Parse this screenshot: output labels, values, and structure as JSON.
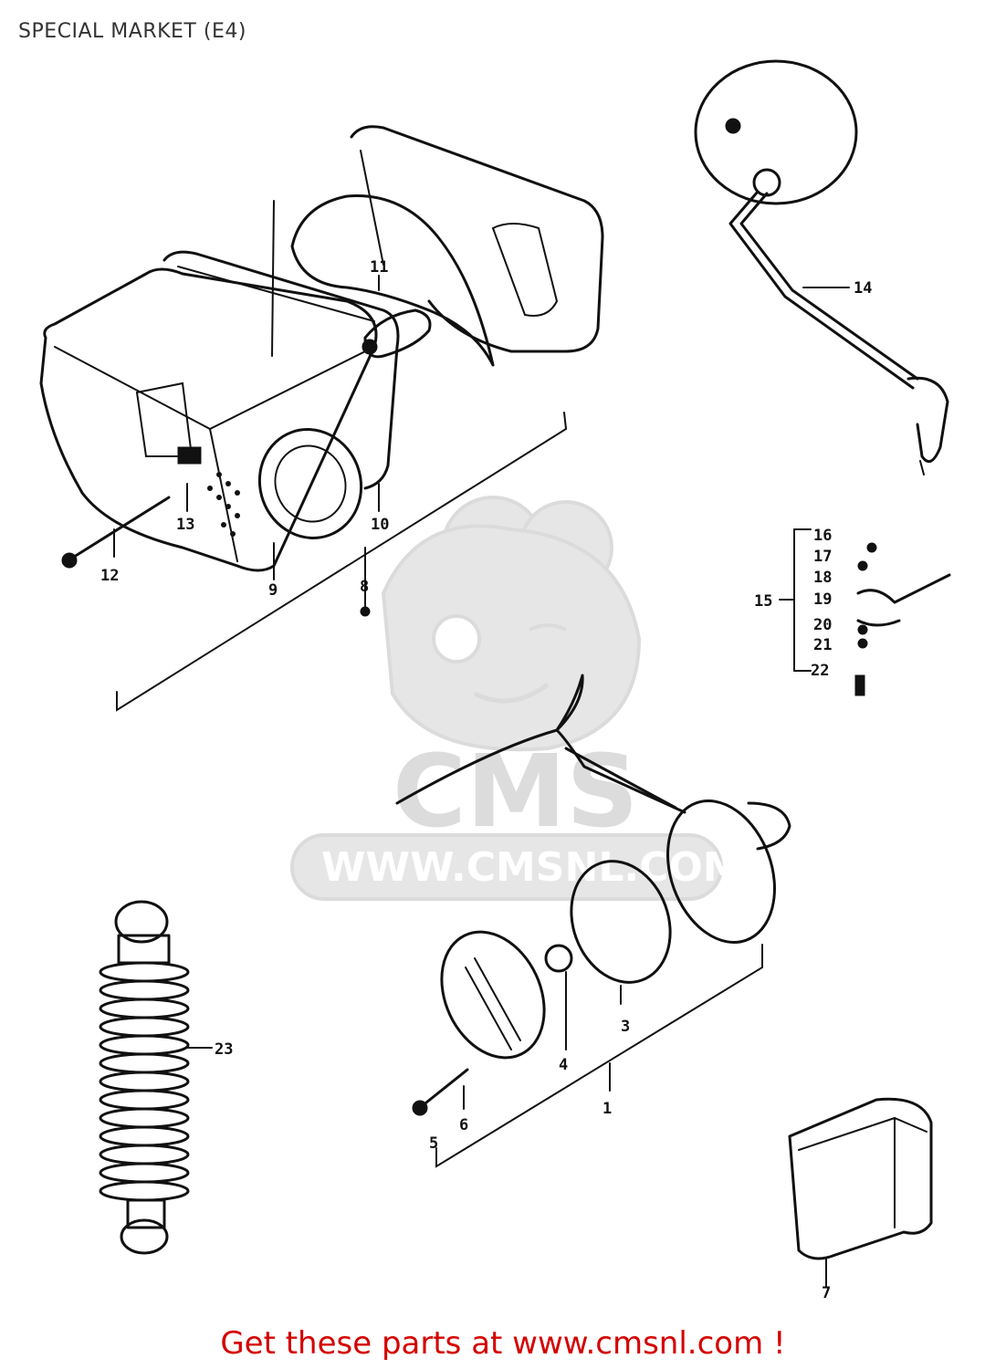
{
  "header": {
    "title": "SPECIAL MARKET (E4)"
  },
  "watermark": {
    "brand": "CMS",
    "url": "WWW.CMSNL.COM"
  },
  "callouts": [
    "1",
    "3",
    "4",
    "5",
    "6",
    "7",
    "8",
    "9",
    "10",
    "11",
    "12",
    "13",
    "14",
    "15",
    "16",
    "17",
    "18",
    "19",
    "20",
    "21",
    "22",
    "23"
  ],
  "footer": {
    "text": "Get these parts at www.cmsnl.com !"
  },
  "colors": {
    "footer": "#d40000",
    "title": "#333333",
    "ink": "#111111"
  }
}
